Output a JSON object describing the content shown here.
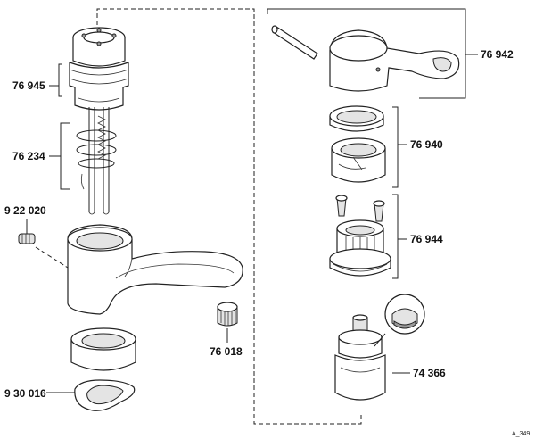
{
  "parts": {
    "p76945": "76 945",
    "p76234": "76 234",
    "p922020": "9 22 020",
    "p76018": "76 018",
    "p930016": "9 30 016",
    "p76942": "76 942",
    "p76940": "76 940",
    "p76944": "76 944",
    "p74366": "74 366"
  },
  "drawing_ref": "A_349"
}
